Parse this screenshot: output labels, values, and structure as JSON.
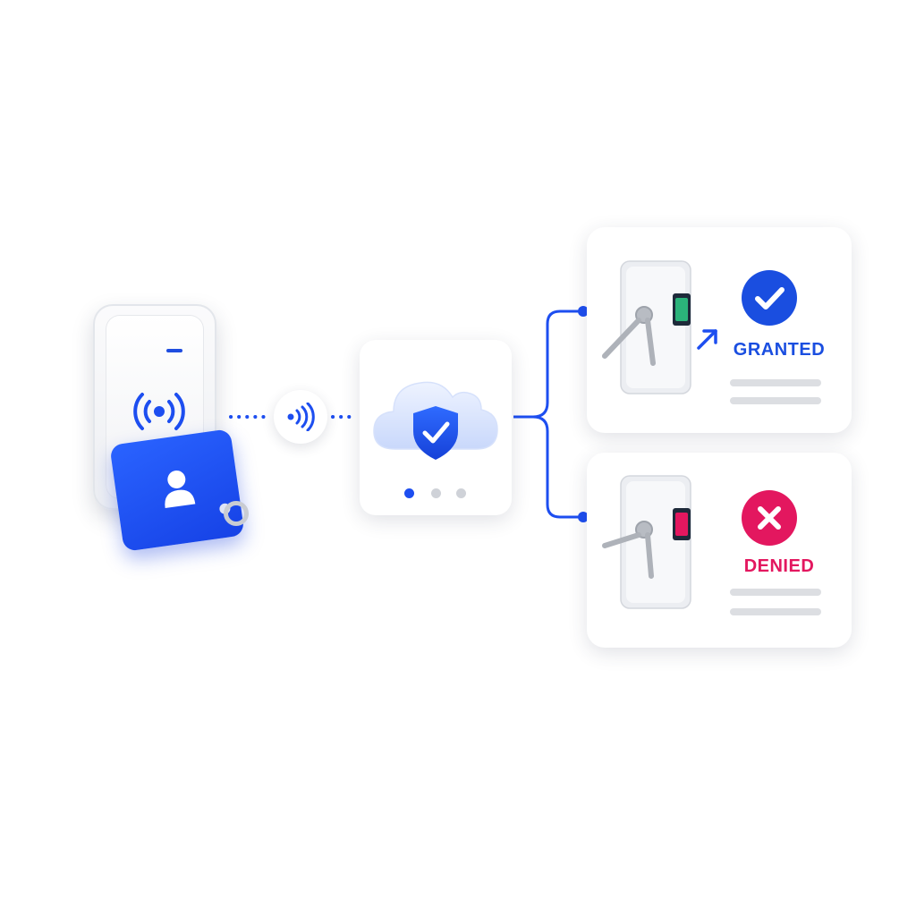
{
  "flow": {
    "reader": {
      "icon": "rfid-signal-icon",
      "led_color": "#1f4de0"
    },
    "card": {
      "icon": "user-icon",
      "color": "#1d4ef0"
    },
    "transmission": {
      "icon": "nfc-wave-icon"
    },
    "cloud": {
      "icon": "cloud-shield-check-icon",
      "steps_total": 3,
      "steps_active": 1
    },
    "results": [
      {
        "status": "GRANTED",
        "color": "#1a4ee0",
        "icon": "check-circle-icon",
        "display_icon": "green-display-icon",
        "arrow_icon": "arrow-up-right-icon"
      },
      {
        "status": "DENIED",
        "color": "#e3175f",
        "icon": "x-circle-icon",
        "display_icon": "red-display-icon"
      }
    ]
  },
  "colors": {
    "accent": "#1d4ef0",
    "granted": "#1a4ee0",
    "denied": "#e3175f",
    "muted": "#dcdee2"
  }
}
